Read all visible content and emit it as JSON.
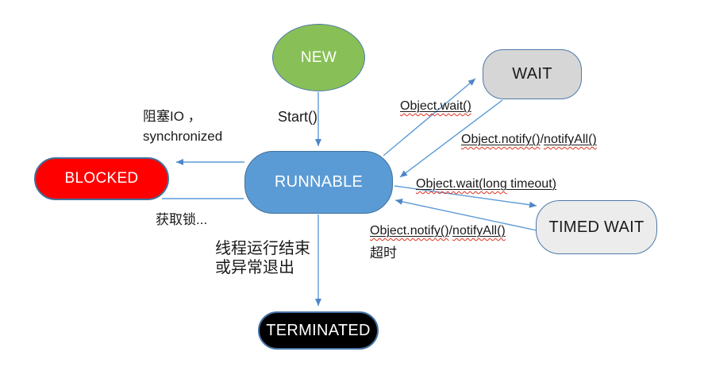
{
  "diagram_title": "Java thread state diagram",
  "nodes": {
    "new": {
      "label": "NEW",
      "fill": "#88C057",
      "text_color": "#FFFFFF"
    },
    "runnable": {
      "label": "RUNNABLE",
      "fill": "#5B9BD5",
      "text_color": "#FFFFFF"
    },
    "blocked": {
      "label": "BLOCKED",
      "fill": "#FF0000",
      "text_color": "#FFFFFF"
    },
    "wait": {
      "label": "WAIT",
      "fill": "#D6D6D6",
      "text_color": "#1A1A1A"
    },
    "timed_wait": {
      "label": "TIMED WAIT",
      "fill": "#ECECEC",
      "text_color": "#1A1A1A"
    },
    "terminated": {
      "label": "TERMINATED",
      "fill": "#000000",
      "text_color": "#FFFFFF"
    }
  },
  "labels": {
    "start": "Start()",
    "blocking_io_1": "阻塞IO ，",
    "blocking_io_2": "synchronized",
    "acquire_lock": "获取锁...",
    "object_wait": "Object.wait()",
    "object_notify": "Object.notify()",
    "slash": "/",
    "notify_all": "notifyAll()",
    "object_wait_long_1": "Object.wait(long",
    "object_wait_long_2": " timeout)",
    "timeout": "超时",
    "thread_end_1": "线程运行结束",
    "thread_end_2": "或异常退出"
  },
  "transitions": [
    {
      "from": "NEW",
      "to": "RUNNABLE",
      "label": "Start()"
    },
    {
      "from": "RUNNABLE",
      "to": "BLOCKED",
      "label": "阻塞IO ，synchronized"
    },
    {
      "from": "BLOCKED",
      "to": "RUNNABLE",
      "label": "获取锁..."
    },
    {
      "from": "RUNNABLE",
      "to": "WAIT",
      "label": "Object.wait()"
    },
    {
      "from": "WAIT",
      "to": "RUNNABLE",
      "label": "Object.notify()/notifyAll()"
    },
    {
      "from": "RUNNABLE",
      "to": "TIMED WAIT",
      "label": "Object.wait(long timeout)"
    },
    {
      "from": "TIMED WAIT",
      "to": "RUNNABLE",
      "label": "Object.notify()/notifyAll() 超时"
    },
    {
      "from": "RUNNABLE",
      "to": "TERMINATED",
      "label": "线程运行结束或异常退出"
    }
  ],
  "colors": {
    "edge": "#5B9BD5",
    "arrowhead": "#4E86C6",
    "node_border": "#41719C",
    "spellcheck_squiggle": "#E0301E",
    "background": "#FFFFFF"
  }
}
